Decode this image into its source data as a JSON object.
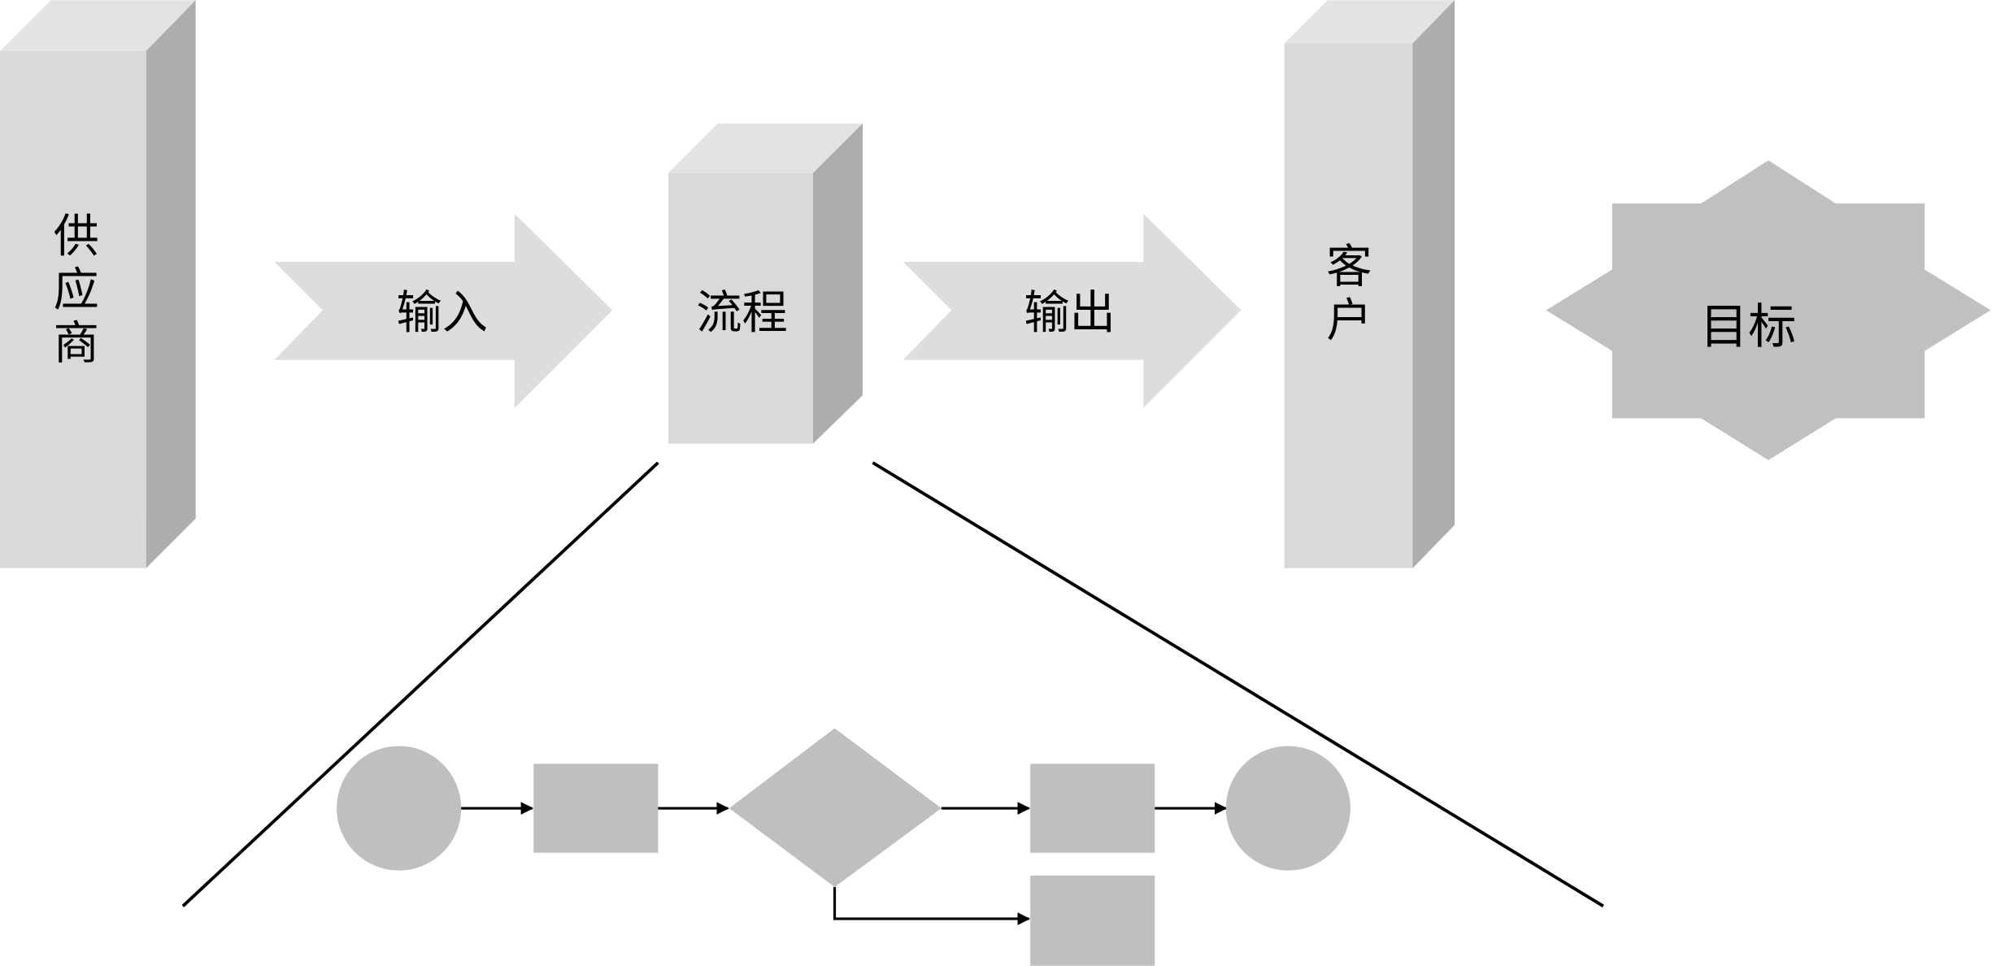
{
  "diagram": {
    "supplier": "供应商",
    "supplier_chars": [
      "供",
      "应",
      "商"
    ],
    "input": "输入",
    "process": "流程",
    "output": "输出",
    "customer": "客户",
    "customer_chars": [
      "客",
      "户"
    ],
    "goal": "目标"
  },
  "colors": {
    "front": "#d9d9d9",
    "top": "#e3e3e3",
    "side": "#adadad",
    "arrow": "#dddddd",
    "star": "#c0c0c0",
    "flow_shape": "#bfbfbf",
    "line": "#000000"
  }
}
